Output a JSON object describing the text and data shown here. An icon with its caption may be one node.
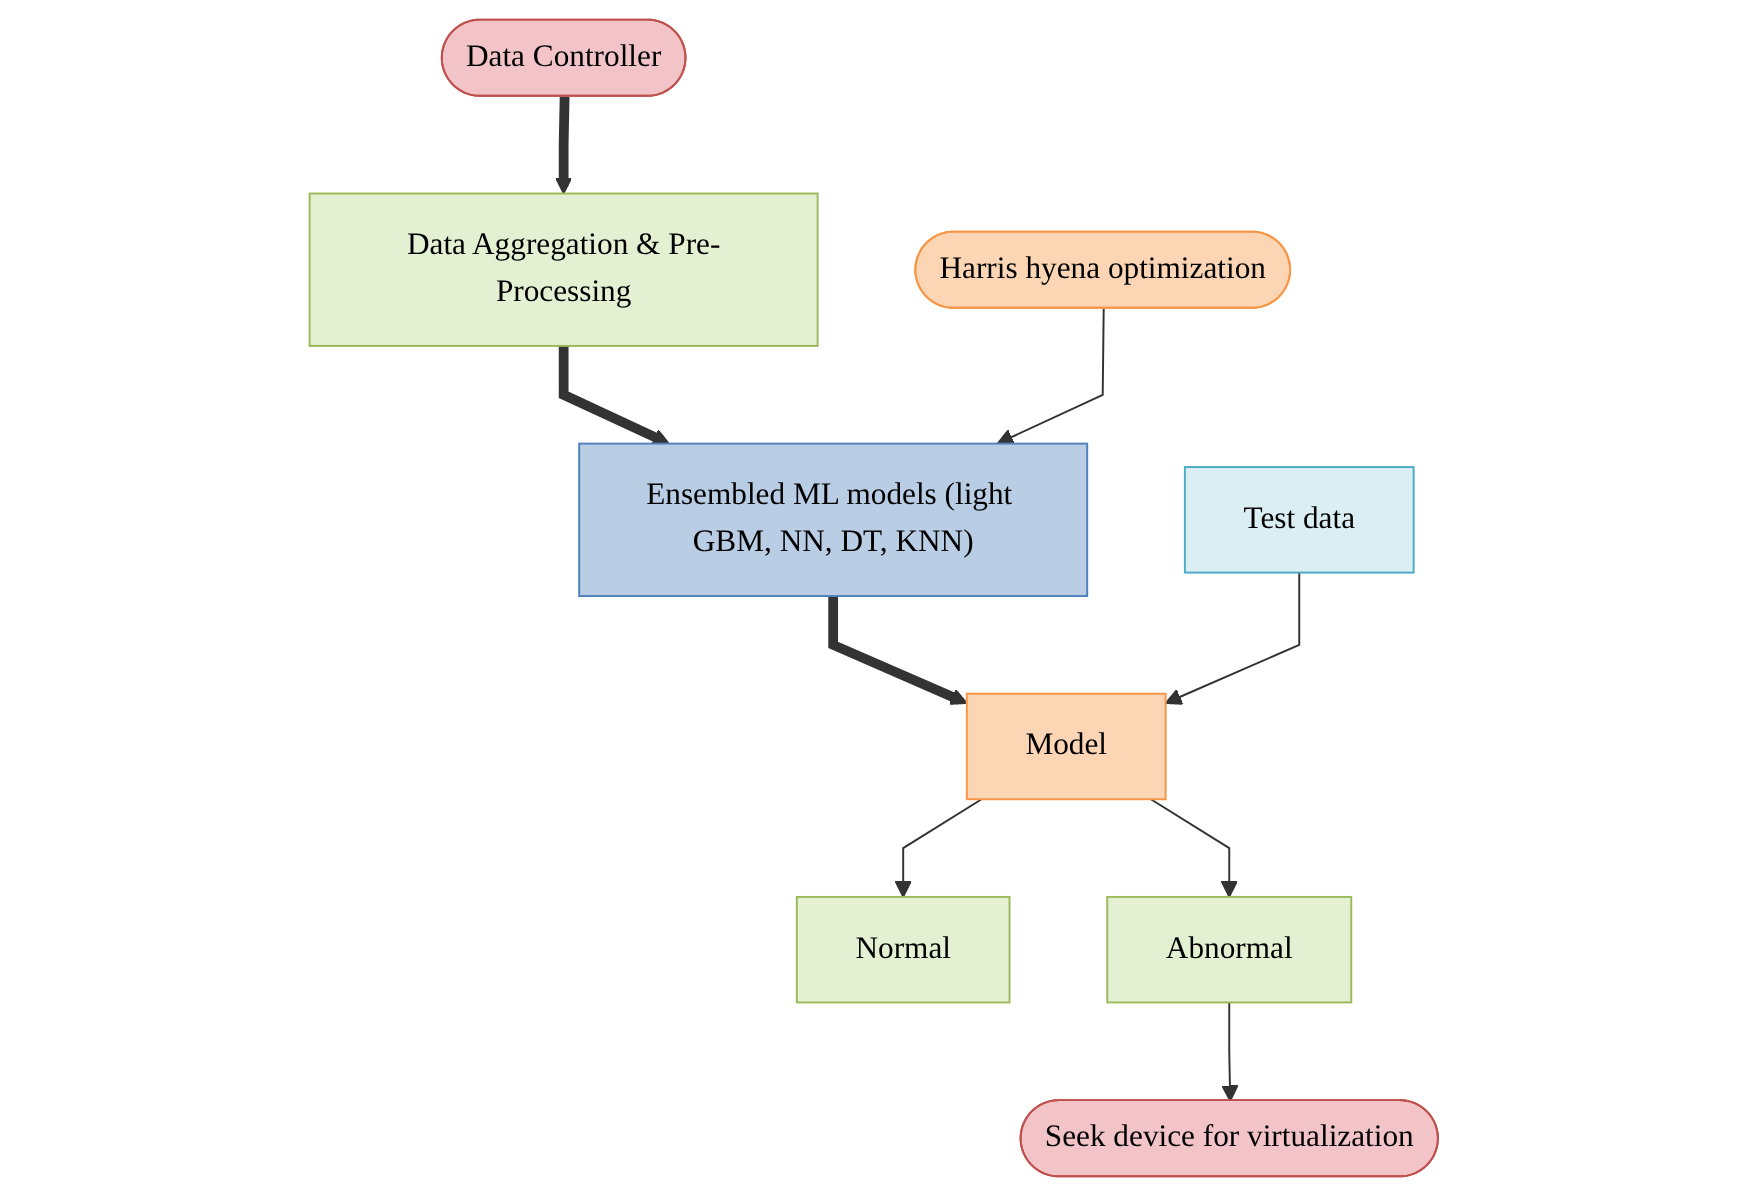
{
  "diagram": {
    "nodes": [
      {
        "text": [
          "Data Controller"
        ]
      },
      {
        "text": [
          "Data Aggregation & Pre-Processing"
        ]
      },
      {
        "text": [
          "Ensembled ML models (light GBM, NN, DT, KNN)"
        ]
      },
      {
        "text": [
          "Harris hyena optimization"
        ]
      },
      {
        "text": [
          "Test data"
        ]
      },
      {
        "text": [
          "Model"
        ]
      },
      {
        "text": [
          "Normal"
        ]
      },
      {
        "text": [
          "Abnormal"
        ]
      },
      {
        "text": [
          "Seek device for virtualization"
        ]
      }
    ],
    "edges": [
      {
        "from": 0,
        "to": 1,
        "arrow": "to",
        "style": "thick"
      },
      {
        "from": 1,
        "to": 2,
        "arrow": "to",
        "style": "thick"
      },
      {
        "from": 3,
        "to": 2,
        "arrow": "to"
      },
      {
        "from": 2,
        "to": 5,
        "arrow": "to",
        "style": "thick"
      },
      {
        "from": 4,
        "to": 5,
        "arrow": "to"
      },
      {
        "from": 5,
        "to": 6,
        "arrow": "to"
      },
      {
        "from": 5,
        "to": 7,
        "arrow": "to"
      },
      {
        "from": 7,
        "to": 8,
        "arrow": "to"
      }
    ]
  }
}
